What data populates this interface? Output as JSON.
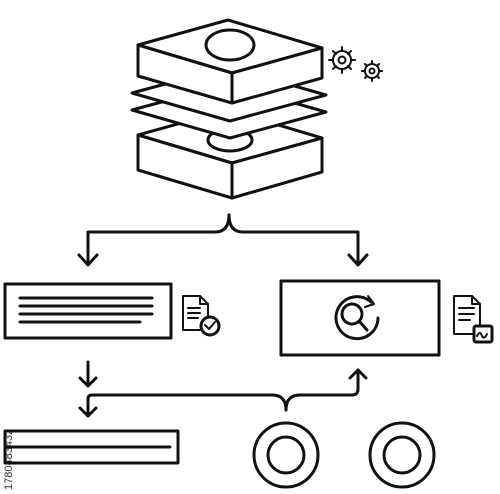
{
  "watermark": {
    "id_text": "1780483432"
  },
  "diagram": {
    "nodes": [
      {
        "name": "stacked-database-layers"
      },
      {
        "name": "gear-pair"
      },
      {
        "name": "text-document-box"
      },
      {
        "name": "approved-document-icon"
      },
      {
        "name": "search-refresh-box"
      },
      {
        "name": "signed-document-icon"
      },
      {
        "name": "output-bar"
      },
      {
        "name": "ring-1"
      },
      {
        "name": "ring-2"
      }
    ],
    "colors": {
      "stroke": "#111111",
      "background": "#ffffff"
    }
  }
}
